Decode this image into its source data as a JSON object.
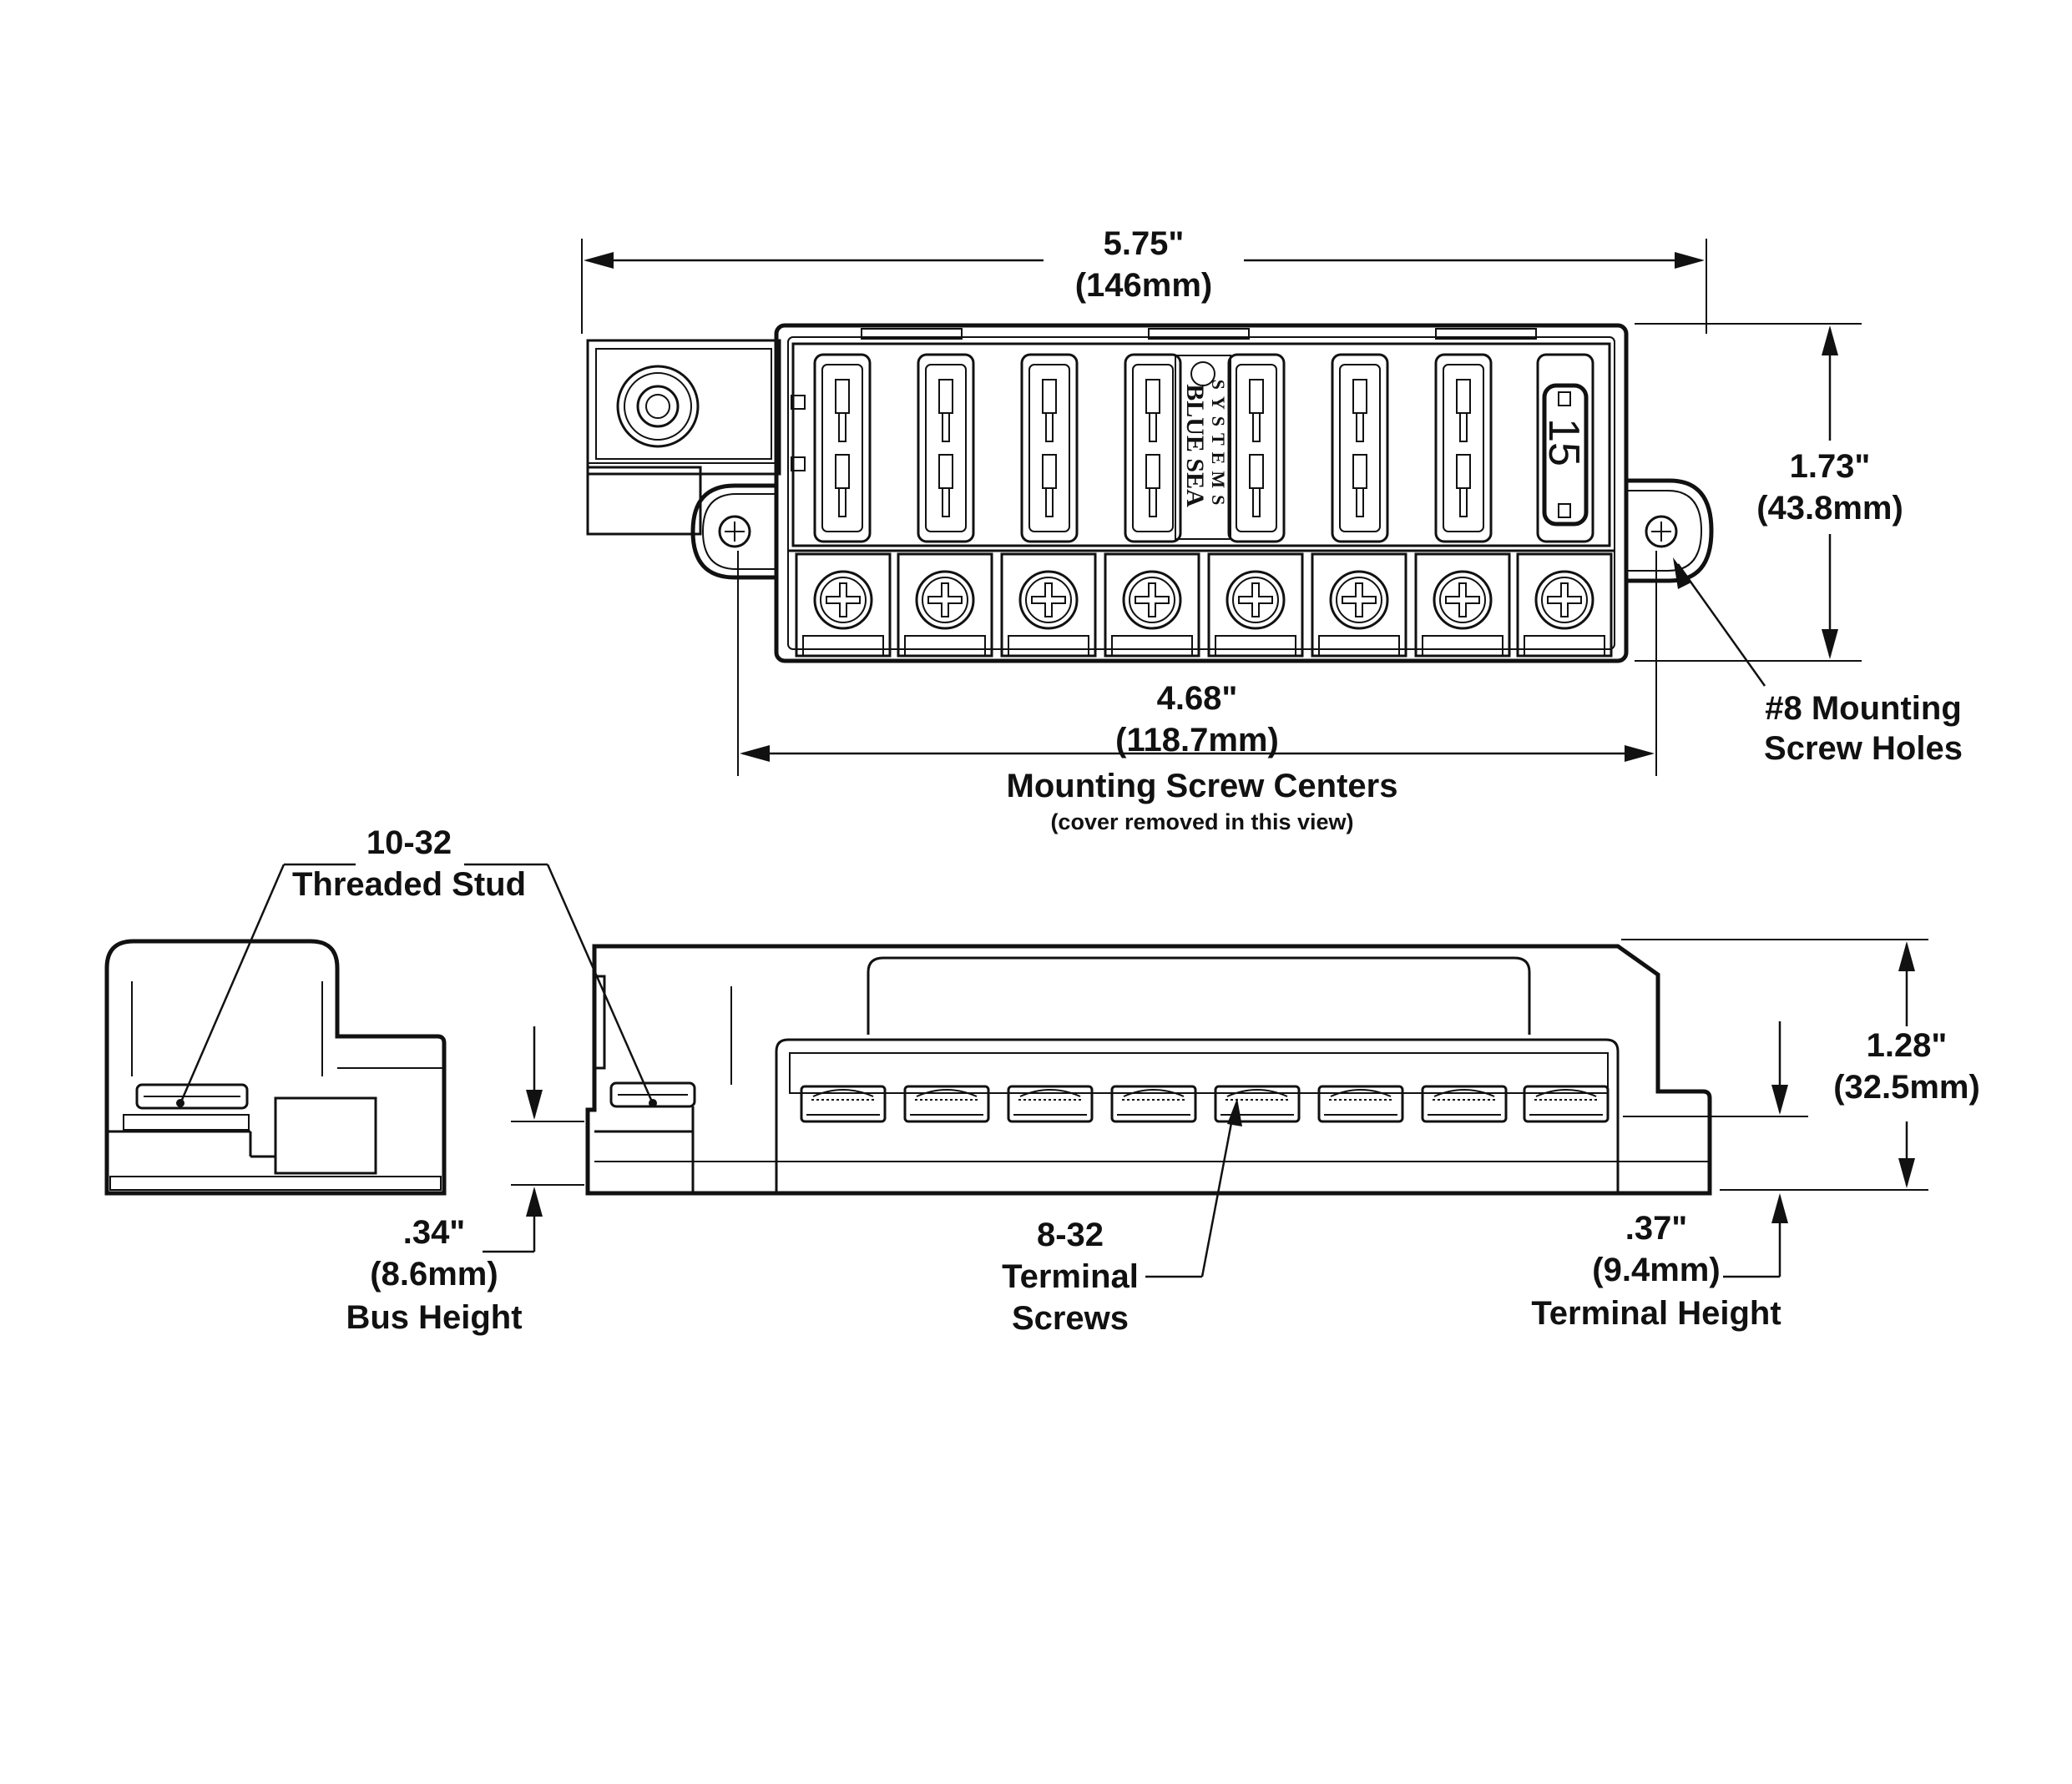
{
  "labels": {
    "overall_length": {
      "value": "5.75\"",
      "metric": "(146mm)"
    },
    "overall_width": {
      "value": "1.73\"",
      "metric": "(43.8mm)"
    },
    "mount_centers": {
      "value": "4.68\"",
      "metric": "(118.7mm)",
      "caption": "Mounting Screw Centers",
      "note": "(cover removed in this view)"
    },
    "mount_holes": {
      "line1": "#8 Mounting",
      "line2": "Screw Holes"
    },
    "stud": {
      "line1": "10-32",
      "line2": "Threaded Stud"
    },
    "overall_height": {
      "value": "1.28\"",
      "metric": "(32.5mm)"
    },
    "bus_height": {
      "value": ".34\"",
      "metric": "(8.6mm)",
      "caption": "Bus Height"
    },
    "terminal_screws": {
      "line1": "8-32",
      "line2": "Terminal",
      "line3": "Screws"
    },
    "terminal_height": {
      "value": ".37\"",
      "metric": "(9.4mm)",
      "caption": "Terminal Height"
    }
  },
  "logo": {
    "line1": "BLUE SEA",
    "line2": "SYSTEMS"
  },
  "fuse_rating": "15",
  "circuit_count": 8
}
